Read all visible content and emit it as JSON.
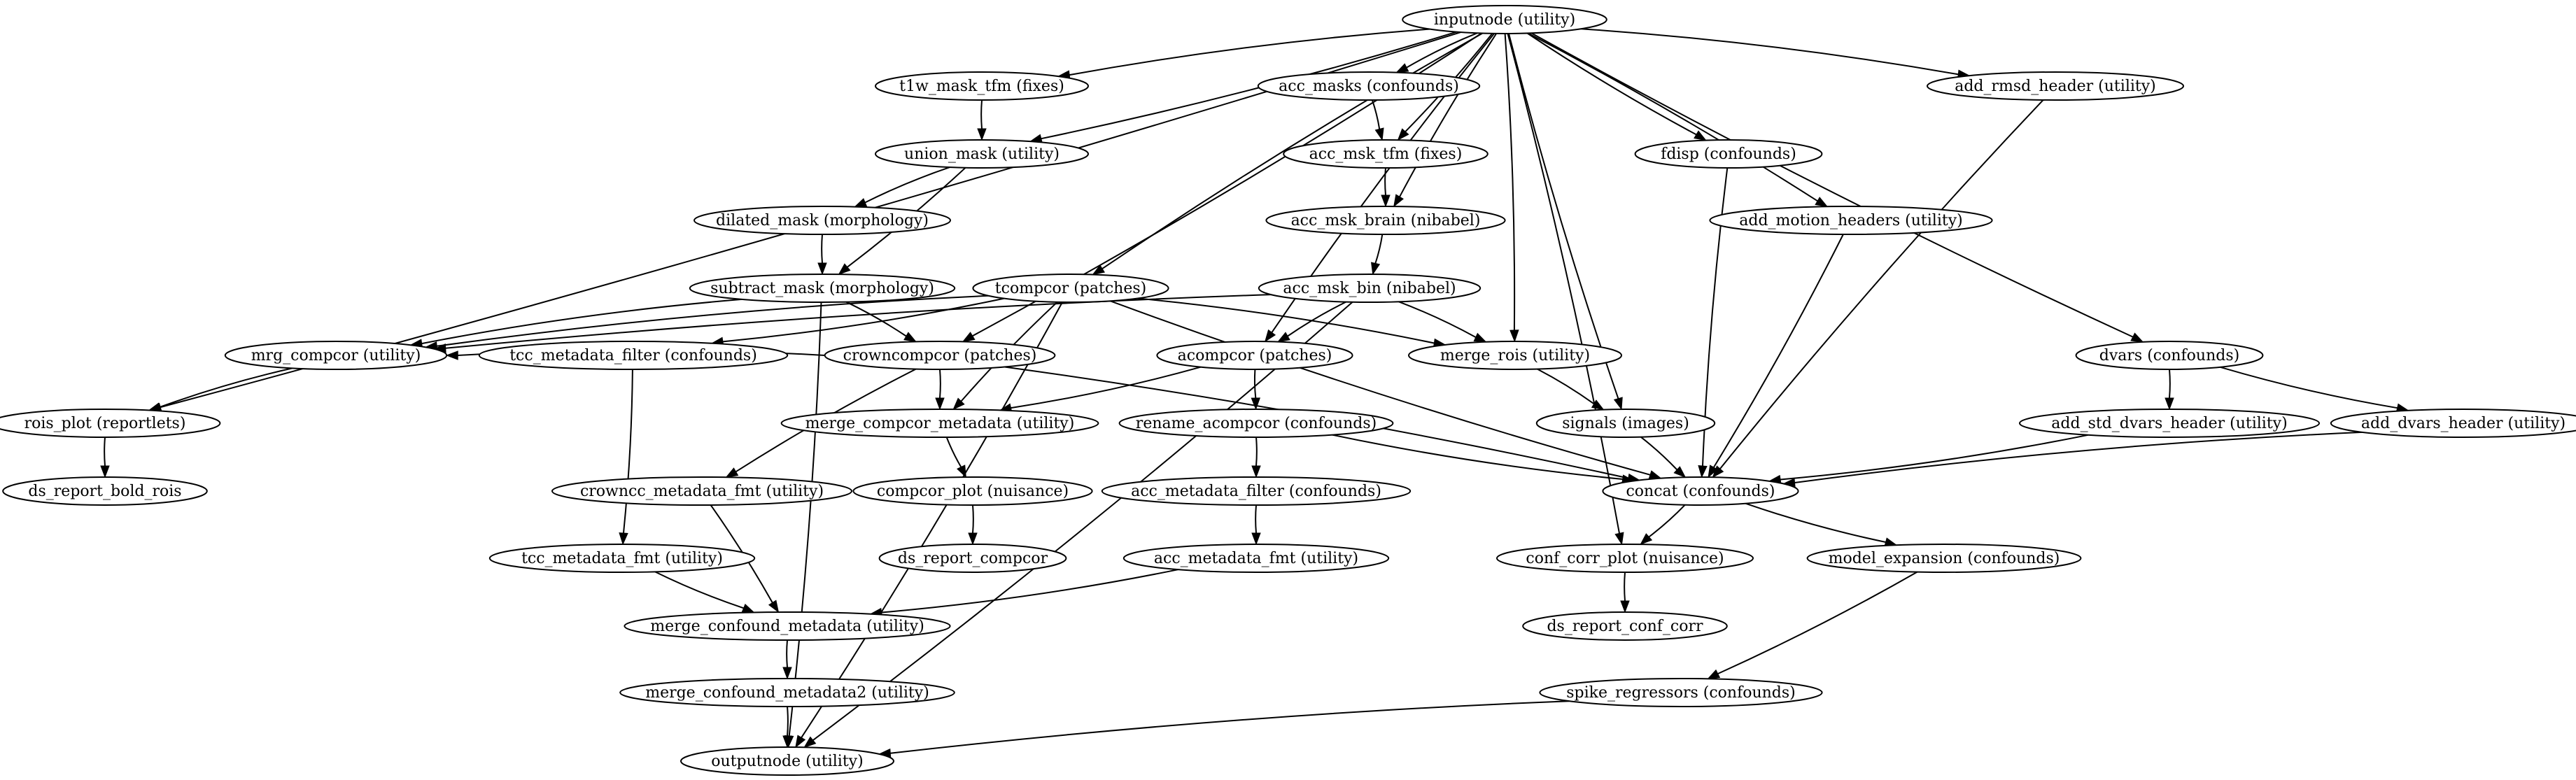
{
  "graph": {
    "nodes": [
      {
        "id": "inputnode",
        "label": "inputnode (utility)"
      },
      {
        "id": "t1w_mask_tfm",
        "label": "t1w_mask_tfm (fixes)"
      },
      {
        "id": "acc_masks",
        "label": "acc_masks (confounds)"
      },
      {
        "id": "add_rmsd_header",
        "label": "add_rmsd_header (utility)"
      },
      {
        "id": "union_mask",
        "label": "union_mask (utility)"
      },
      {
        "id": "acc_msk_tfm",
        "label": "acc_msk_tfm (fixes)"
      },
      {
        "id": "fdisp",
        "label": "fdisp (confounds)"
      },
      {
        "id": "dilated_mask",
        "label": "dilated_mask (morphology)"
      },
      {
        "id": "acc_msk_brain",
        "label": "acc_msk_brain (nibabel)"
      },
      {
        "id": "add_motion_headers",
        "label": "add_motion_headers (utility)"
      },
      {
        "id": "subtract_mask",
        "label": "subtract_mask (morphology)"
      },
      {
        "id": "tcompcor",
        "label": "tcompcor (patches)"
      },
      {
        "id": "acc_msk_bin",
        "label": "acc_msk_bin (nibabel)"
      },
      {
        "id": "mrg_compcor",
        "label": "mrg_compcor (utility)"
      },
      {
        "id": "tcc_metadata_filter",
        "label": "tcc_metadata_filter (confounds)"
      },
      {
        "id": "crowncompcor",
        "label": "crowncompcor (patches)"
      },
      {
        "id": "acompcor",
        "label": "acompcor (patches)"
      },
      {
        "id": "merge_rois",
        "label": "merge_rois (utility)"
      },
      {
        "id": "dvars",
        "label": "dvars (confounds)"
      },
      {
        "id": "rois_plot",
        "label": "rois_plot (reportlets)"
      },
      {
        "id": "merge_compcor_metadata",
        "label": "merge_compcor_metadata (utility)"
      },
      {
        "id": "rename_acompcor",
        "label": "rename_acompcor (confounds)"
      },
      {
        "id": "signals",
        "label": "signals (images)"
      },
      {
        "id": "add_std_dvars_header",
        "label": "add_std_dvars_header (utility)"
      },
      {
        "id": "add_dvars_header",
        "label": "add_dvars_header (utility)"
      },
      {
        "id": "ds_report_bold_rois",
        "label": "ds_report_bold_rois"
      },
      {
        "id": "crowncc_metadata_fmt",
        "label": "crowncc_metadata_fmt (utility)"
      },
      {
        "id": "compcor_plot",
        "label": "compcor_plot (nuisance)"
      },
      {
        "id": "acc_metadata_filter",
        "label": "acc_metadata_filter (confounds)"
      },
      {
        "id": "concat",
        "label": "concat (confounds)"
      },
      {
        "id": "tcc_metadata_fmt",
        "label": "tcc_metadata_fmt (utility)"
      },
      {
        "id": "ds_report_compcor",
        "label": "ds_report_compcor"
      },
      {
        "id": "acc_metadata_fmt",
        "label": "acc_metadata_fmt (utility)"
      },
      {
        "id": "conf_corr_plot",
        "label": "conf_corr_plot (nuisance)"
      },
      {
        "id": "model_expansion",
        "label": "model_expansion (confounds)"
      },
      {
        "id": "merge_confound_metadata",
        "label": "merge_confound_metadata (utility)"
      },
      {
        "id": "ds_report_conf_corr",
        "label": "ds_report_conf_corr"
      },
      {
        "id": "merge_confound_metadata2",
        "label": "merge_confound_metadata2 (utility)"
      },
      {
        "id": "spike_regressors",
        "label": "spike_regressors (confounds)"
      },
      {
        "id": "outputnode",
        "label": "outputnode (utility)"
      }
    ],
    "edges": [
      [
        "inputnode",
        "t1w_mask_tfm"
      ],
      [
        "inputnode",
        "union_mask"
      ],
      [
        "inputnode",
        "acc_masks"
      ],
      [
        "inputnode",
        "acc_msk_tfm"
      ],
      [
        "inputnode",
        "acc_msk_brain"
      ],
      [
        "inputnode",
        "add_rmsd_header"
      ],
      [
        "inputnode",
        "fdisp"
      ],
      [
        "inputnode",
        "add_motion_headers"
      ],
      [
        "inputnode",
        "tcompcor"
      ],
      [
        "inputnode",
        "crowncompcor"
      ],
      [
        "inputnode",
        "acompcor"
      ],
      [
        "inputnode",
        "merge_rois"
      ],
      [
        "inputnode",
        "signals"
      ],
      [
        "inputnode",
        "conf_corr_plot"
      ],
      [
        "inputnode",
        "dvars"
      ],
      [
        "inputnode",
        "rois_plot"
      ],
      [
        "t1w_mask_tfm",
        "union_mask"
      ],
      [
        "acc_masks",
        "acc_msk_tfm"
      ],
      [
        "union_mask",
        "dilated_mask"
      ],
      [
        "union_mask",
        "subtract_mask"
      ],
      [
        "acc_msk_tfm",
        "acc_msk_brain"
      ],
      [
        "acc_msk_brain",
        "acc_msk_bin"
      ],
      [
        "dilated_mask",
        "subtract_mask"
      ],
      [
        "subtract_mask",
        "crowncompcor"
      ],
      [
        "subtract_mask",
        "mrg_compcor"
      ],
      [
        "subtract_mask",
        "outputnode"
      ],
      [
        "tcompcor",
        "mrg_compcor"
      ],
      [
        "tcompcor",
        "tcc_metadata_filter"
      ],
      [
        "tcompcor",
        "merge_compcor_metadata"
      ],
      [
        "tcompcor",
        "merge_rois"
      ],
      [
        "tcompcor",
        "concat"
      ],
      [
        "tcompcor",
        "outputnode"
      ],
      [
        "acc_msk_bin",
        "acompcor"
      ],
      [
        "acc_msk_bin",
        "merge_rois"
      ],
      [
        "acc_msk_bin",
        "mrg_compcor"
      ],
      [
        "acc_msk_bin",
        "outputnode"
      ],
      [
        "mrg_compcor",
        "rois_plot"
      ],
      [
        "crowncompcor",
        "merge_compcor_metadata"
      ],
      [
        "crowncompcor",
        "crowncc_metadata_fmt"
      ],
      [
        "crowncompcor",
        "concat"
      ],
      [
        "crowncompcor",
        "mrg_compcor"
      ],
      [
        "acompcor",
        "merge_compcor_metadata"
      ],
      [
        "acompcor",
        "rename_acompcor"
      ],
      [
        "merge_rois",
        "signals"
      ],
      [
        "rois_plot",
        "ds_report_bold_rois"
      ],
      [
        "tcc_metadata_filter",
        "tcc_metadata_fmt"
      ],
      [
        "merge_compcor_metadata",
        "compcor_plot"
      ],
      [
        "rename_acompcor",
        "acc_metadata_filter"
      ],
      [
        "rename_acompcor",
        "concat"
      ],
      [
        "signals",
        "concat"
      ],
      [
        "fdisp",
        "concat"
      ],
      [
        "add_motion_headers",
        "concat"
      ],
      [
        "add_rmsd_header",
        "concat"
      ],
      [
        "dvars",
        "add_std_dvars_header"
      ],
      [
        "dvars",
        "add_dvars_header"
      ],
      [
        "add_std_dvars_header",
        "concat"
      ],
      [
        "add_dvars_header",
        "concat"
      ],
      [
        "compcor_plot",
        "ds_report_compcor"
      ],
      [
        "acc_metadata_filter",
        "acc_metadata_fmt"
      ],
      [
        "concat",
        "conf_corr_plot"
      ],
      [
        "concat",
        "model_expansion"
      ],
      [
        "crowncc_metadata_fmt",
        "merge_confound_metadata"
      ],
      [
        "tcc_metadata_fmt",
        "merge_confound_metadata"
      ],
      [
        "acc_metadata_fmt",
        "merge_confound_metadata"
      ],
      [
        "conf_corr_plot",
        "ds_report_conf_corr"
      ],
      [
        "model_expansion",
        "spike_regressors"
      ],
      [
        "merge_confound_metadata",
        "merge_confound_metadata2"
      ],
      [
        "merge_confound_metadata2",
        "outputnode"
      ],
      [
        "spike_regressors",
        "outputnode"
      ]
    ]
  }
}
